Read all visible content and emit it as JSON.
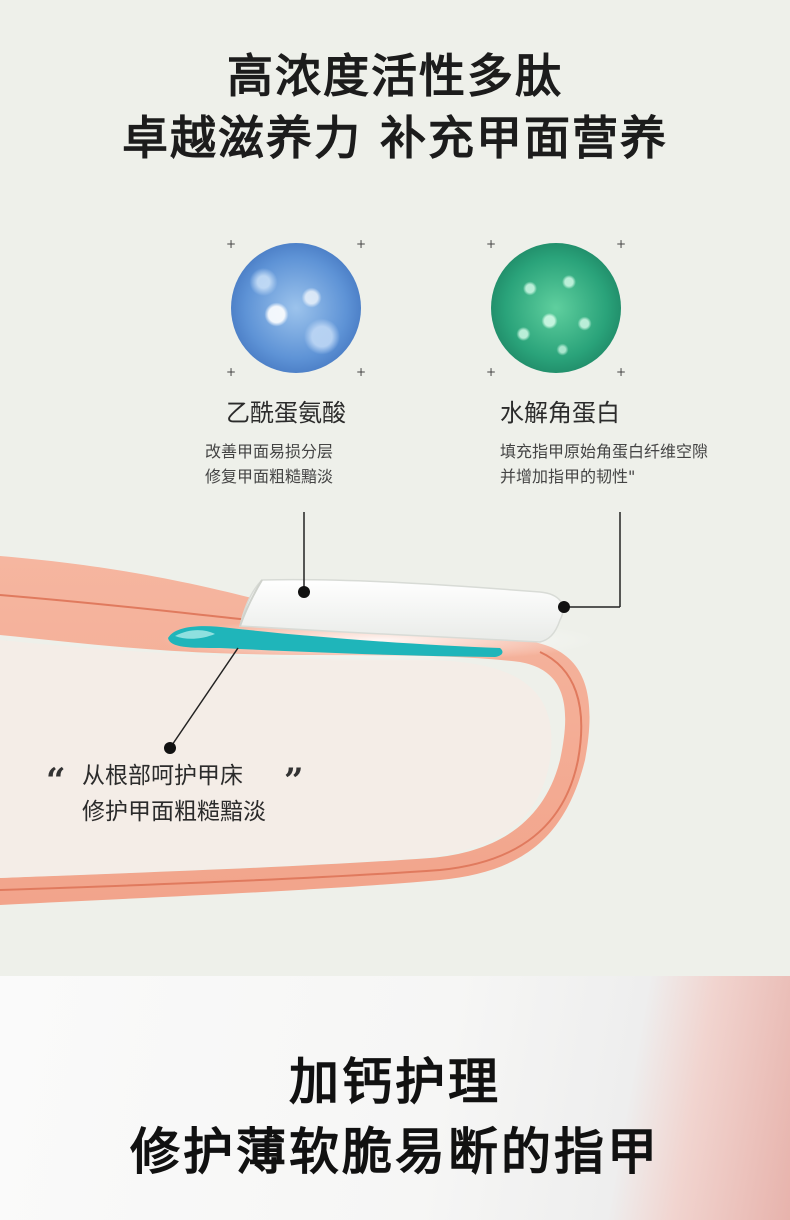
{
  "header": {
    "line1": "高浓度活性多肽",
    "line2": "卓越滋养力 补充甲面营养"
  },
  "ingredients": [
    {
      "name": "乙酰蛋氨酸",
      "desc_line1": "改善甲面易损分层",
      "desc_line2": "修复甲面粗糙黯淡",
      "image": "blue-water-bubbles-image"
    },
    {
      "name": "水解角蛋白",
      "desc_line1": "填充指甲原始角蛋白纤维空隙",
      "desc_line2": "并增加指甲的韧性\"",
      "image": "green-droplets-image"
    }
  ],
  "quote": {
    "open": "“",
    "close": "”",
    "line1": "从根部呵护甲床",
    "line2": "修护甲面粗糙黯淡"
  },
  "bottom": {
    "line1": "加钙护理",
    "line2": "修护薄软脆易断的指甲"
  },
  "colors": {
    "background": "#eef0ea",
    "skin": "#f4a98f",
    "nail": "#f7f7f5",
    "nail_bed_accent": "#1fb5ba",
    "text": "#1c1c1c"
  }
}
